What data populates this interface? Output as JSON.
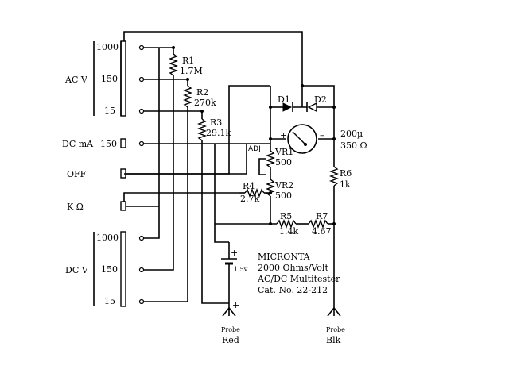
{
  "switch_labels": {
    "ac_v": "AC V",
    "dc_ma": "DC mA",
    "off": "OFF",
    "kohm": "K Ω",
    "dc_v": "DC V"
  },
  "ranges": {
    "ac_1000": "1000",
    "ac_150": "150",
    "ac_15": "15",
    "dcma_150": "150",
    "dc_1000": "1000",
    "dc_150": "150",
    "dc_15": "15"
  },
  "components": {
    "r1_name": "R1",
    "r1_val": "1.7M",
    "r2_name": "R2",
    "r2_val": "270k",
    "r3_name": "R3",
    "r3_val": "29.1k",
    "r4_name": "R4",
    "r4_val": "2.7k",
    "r5_name": "R5",
    "r5_val": "1.4k",
    "r6_name": "R6",
    "r6_val": "1k",
    "r7_name": "R7",
    "r7_val": "4.67",
    "vr1_name": "VR1",
    "vr1_val": "500",
    "vr2_name": "VR2",
    "vr2_val": "500",
    "adj": "ADJ",
    "d1": "D1",
    "d2": "D2",
    "meter_current": "200µ",
    "meter_res": "350 Ω",
    "meter_plus": "+",
    "meter_minus": "–",
    "battery_plus": "+",
    "battery_volt": "1.5v"
  },
  "probes": {
    "red_label": "Probe",
    "red_color": "Red",
    "red_plus": "+",
    "blk_label": "Probe",
    "blk_color": "Blk"
  },
  "title": {
    "line1": "MICRONTA",
    "line2": "2000 Ohms/Volt",
    "line3": "AC/DC Multitester",
    "line4": "Cat. No. 22-212"
  }
}
